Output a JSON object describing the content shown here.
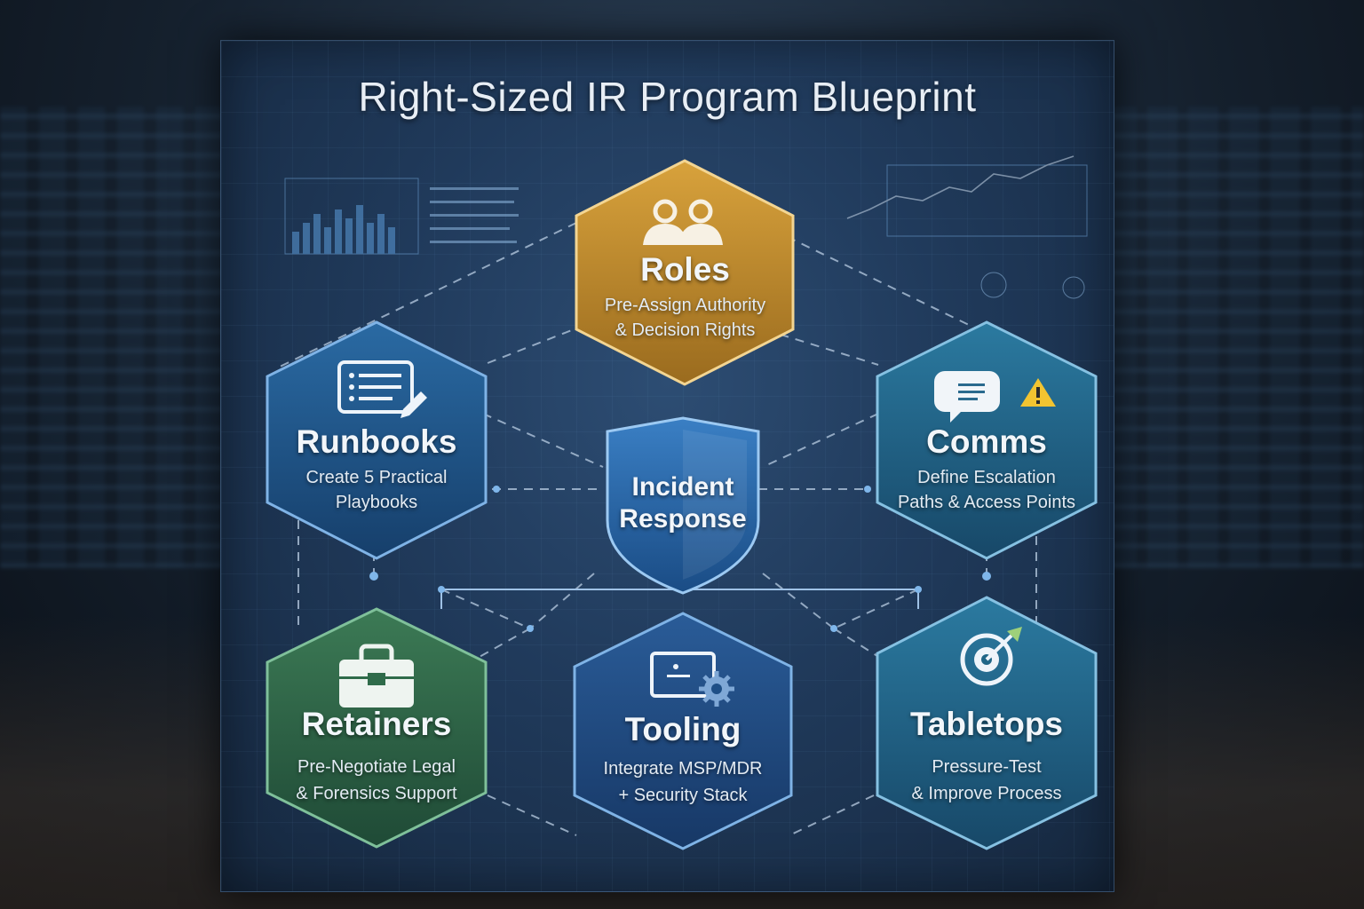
{
  "title": "Right-Sized IR Program Blueprint",
  "center": {
    "label_line1": "Incident",
    "label_line2": "Response",
    "icon": "shield-icon"
  },
  "nodes": {
    "roles": {
      "title": "Roles",
      "line1": "Pre-Assign Authority",
      "line2": "& Decision Rights",
      "icon": "people-icon",
      "color": "#c08a2a"
    },
    "runbooks": {
      "title": "Runbooks",
      "line1": "Create 5 Practical",
      "line2": "Playbooks",
      "icon": "document-edit-icon",
      "color": "#1f5b8e"
    },
    "comms": {
      "title": "Comms",
      "line1": "Define Escalation",
      "line2": "Paths & Access Points",
      "icon": "chat-warning-icon",
      "color": "#1f6a8e"
    },
    "retainers": {
      "title": "Retainers",
      "line1": "Pre-Negotiate Legal",
      "line2": "& Forensics Support",
      "icon": "briefcase-icon",
      "color": "#2f6b4a"
    },
    "tooling": {
      "title": "Tooling",
      "line1": "Integrate MSP/MDR",
      "line2": "+ Security Stack",
      "icon": "monitor-gear-icon",
      "color": "#1e4f86"
    },
    "tabletops": {
      "title": "Tabletops",
      "line1": "Pressure-Test",
      "line2": "& Improve Process",
      "icon": "target-icon",
      "color": "#1f6687"
    }
  }
}
